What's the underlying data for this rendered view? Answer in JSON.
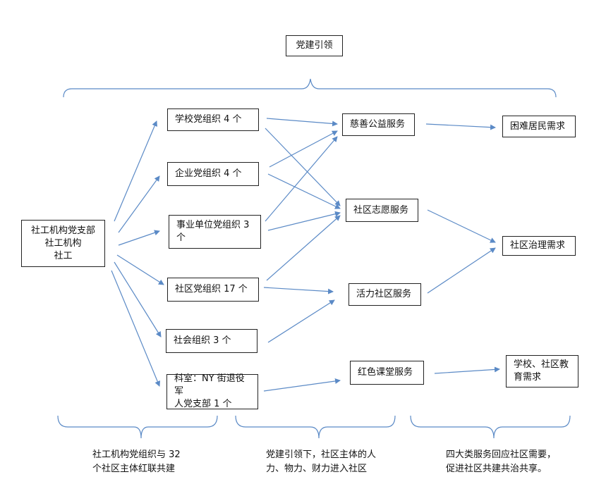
{
  "top_label": "党建引领",
  "source_node": "社工机构党支部\n社工机构\n社工",
  "org_nodes": [
    "学校党组织 4 个",
    "企业党组织 4 个",
    "事业单位党组织 3\n个",
    "社区党组织 17 个",
    "社会组织 3 个",
    "科室：NY 街退役军\n人党支部 1 个"
  ],
  "service_nodes": [
    "慈善公益服务",
    "社区志愿服务",
    "活力社区服务",
    "红色课堂服务"
  ],
  "need_nodes": [
    "困难居民需求",
    "社区治理需求",
    "学校、社区教\n育需求"
  ],
  "bottom_notes": [
    "社工机构党组织与 32\n个社区主体红联共建",
    "党建引领下，社区主体的人\n力、物力、财力进入社区",
    "四大类服务回应社区需要，\n促进社区共建共治共享。"
  ],
  "colors": {
    "arrow": "#5b8ac6",
    "border": "#222222"
  }
}
